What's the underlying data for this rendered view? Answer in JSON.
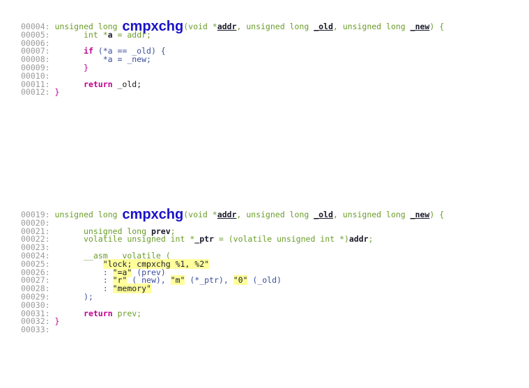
{
  "block_a": {
    "l4": {
      "n": "00004:",
      "pre": " unsigned long ",
      "fn": "cmpxchg",
      "p1": "(void *",
      "p1b": "addr",
      "p2": ", unsigned long ",
      "p2b": "_old",
      "p3": ", unsigned long ",
      "p3b": "_new",
      "p4": ") {"
    },
    "l5": {
      "n": "00005:",
      "pre": "       int *",
      "b": "a",
      "post": " = addr;"
    },
    "l6": {
      "n": "00006:"
    },
    "l7": {
      "n": "00007:",
      "kw": "if",
      "post": " (*a == _old) {"
    },
    "l8": {
      "n": "00008:",
      "post": "           *a = _new;"
    },
    "l9": {
      "n": "00009:",
      "post": "       }"
    },
    "l10": {
      "n": "00010:"
    },
    "l11": {
      "n": "00011:",
      "kw": "return",
      "post": " _old;"
    },
    "l12": {
      "n": "00012:",
      "post": " }"
    }
  },
  "block_b": {
    "l19": {
      "n": "00019:",
      "pre": " unsigned long ",
      "fn": "cmpxchg",
      "p1": "(void *",
      "p1b": "addr",
      "p2": ", unsigned long ",
      "p2b": "_old",
      "p3": ", unsigned long ",
      "p3b": "_new",
      "p4": ") {"
    },
    "l20": {
      "n": "00020:"
    },
    "l21": {
      "n": "00021:",
      "pre": "       unsigned long ",
      "b": "prev",
      "post": ";"
    },
    "l22": {
      "n": "00022:",
      "pre": "       volatile unsigned int *",
      "b": "_ptr",
      "post": " = (volatile unsigned int *)",
      "b2": "addr",
      "post2": ";"
    },
    "l23": {
      "n": "00023:"
    },
    "l24": {
      "n": "00024:",
      "post": "       __asm__ volatile ("
    },
    "l25": {
      "n": "00025:",
      "pre": "           ",
      "s": "\"lock; cmpxchg %1, %2\""
    },
    "l26": {
      "n": "00026:",
      "pre": "           : ",
      "s": "\"=a\"",
      "post": " (prev)"
    },
    "l27": {
      "n": "00027:",
      "pre": "           : ",
      "s1": "\"r\"",
      "m1": " (_new), ",
      "s2": "\"m\"",
      "m2": " (*_ptr), ",
      "s3": "\"0\"",
      "m3": " (_old)"
    },
    "l28": {
      "n": "00028:",
      "pre": "           : ",
      "s": "\"memory\""
    },
    "l29": {
      "n": "00029:",
      "post": "       );"
    },
    "l30": {
      "n": "00030:"
    },
    "l31": {
      "n": "00031:",
      "kw": "return",
      "post": " prev;"
    },
    "l32": {
      "n": "00032:",
      "post": " }"
    },
    "l33": {
      "n": "00033:"
    }
  }
}
